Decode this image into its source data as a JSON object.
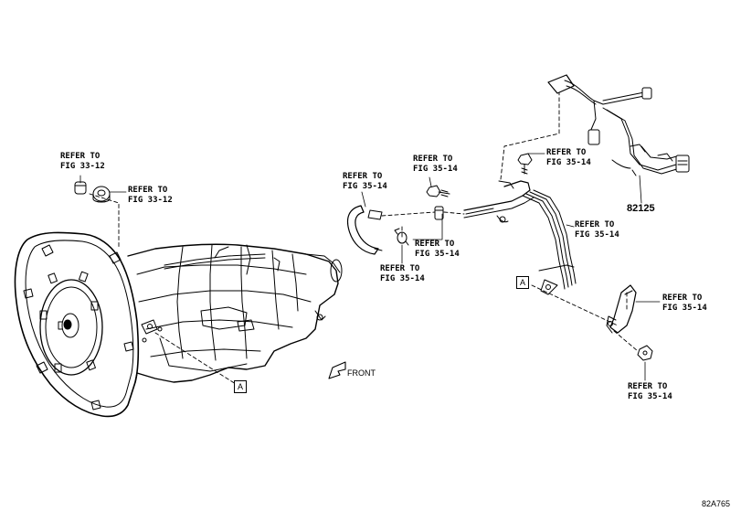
{
  "callouts": [
    {
      "id": "c1",
      "line1": "REFER TO",
      "line2": "FIG 33-12"
    },
    {
      "id": "c2",
      "line1": "REFER TO",
      "line2": "FIG 33-12"
    },
    {
      "id": "c3",
      "line1": "REFER TO",
      "line2": "FIG 35-14"
    },
    {
      "id": "c4",
      "line1": "REFER TO",
      "line2": "FIG 35-14"
    },
    {
      "id": "c5",
      "line1": "REFER TO",
      "line2": "FIG 35-14"
    },
    {
      "id": "c6",
      "line1": "REFER TO",
      "line2": "FIG 35-14"
    },
    {
      "id": "c7",
      "line1": "REFER TO",
      "line2": "FIG 35-14"
    },
    {
      "id": "c8",
      "line1": "REFER TO",
      "line2": "FIG 35-14"
    },
    {
      "id": "c9",
      "line1": "REFER TO",
      "line2": "FIG 35-14"
    },
    {
      "id": "c10",
      "line1": "REFER TO",
      "line2": "FIG 35-14"
    }
  ],
  "part_number": "82125",
  "box_label": "A",
  "front_label": "FRONT",
  "illustration_id": "82A765"
}
